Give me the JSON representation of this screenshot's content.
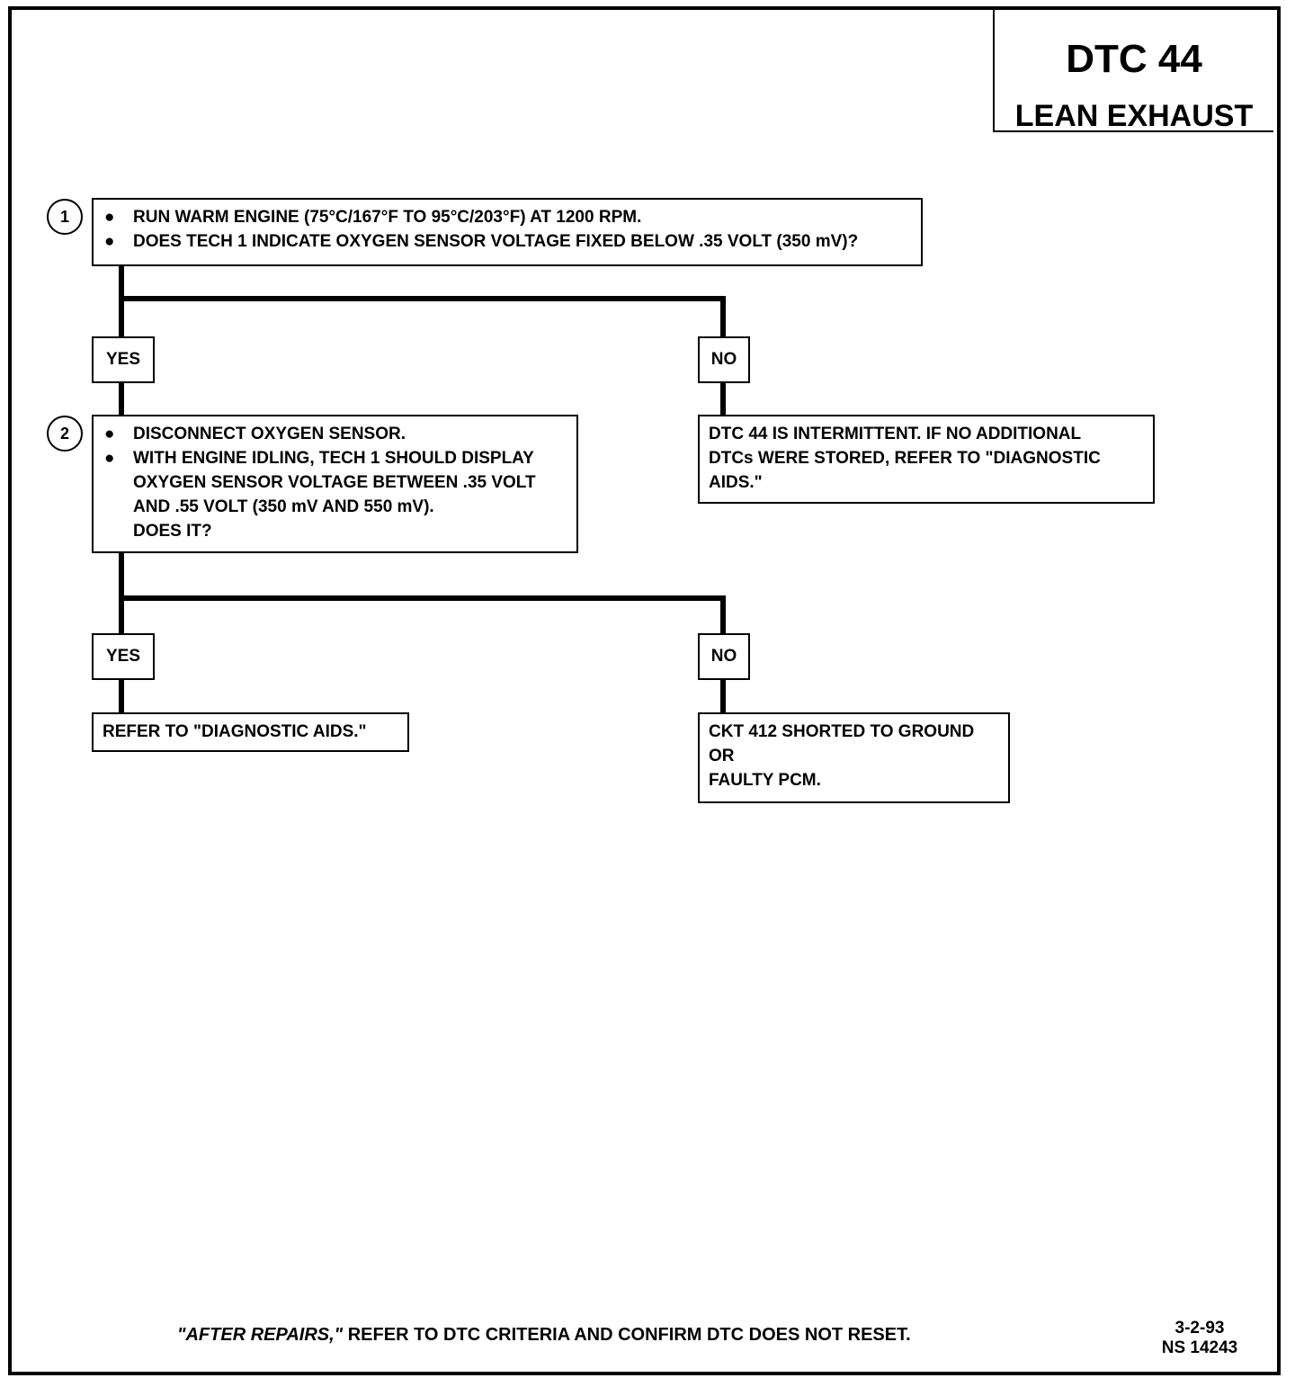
{
  "header": {
    "code": "DTC 44",
    "title": "LEAN EXHAUST"
  },
  "steps": [
    {
      "number": "1",
      "bullets": [
        "RUN WARM ENGINE (75°C/167°F TO 95°C/203°F) AT 1200 RPM.",
        "DOES TECH 1 INDICATE OXYGEN SENSOR VOLTAGE FIXED BELOW .35 VOLT (350 mV)?"
      ]
    },
    {
      "number": "2",
      "bullets": [
        "DISCONNECT OXYGEN SENSOR.",
        "WITH ENGINE IDLING, TECH 1 SHOULD DISPLAY"
      ],
      "continuation": [
        "OXYGEN SENSOR VOLTAGE BETWEEN .35 VOLT",
        "AND .55 VOLT (350 mV AND 550 mV).",
        "DOES IT?"
      ]
    }
  ],
  "branch_labels": {
    "yes": "YES",
    "no": "NO"
  },
  "results": {
    "intermittent": [
      "DTC 44 IS INTERMITTENT.  IF NO ADDITIONAL",
      "DTCs WERE STORED, REFER TO \"DIAGNOSTIC",
      "AIDS.\""
    ],
    "diagnostic_aids": "REFER TO \"DIAGNOSTIC AIDS.\"",
    "ckt412": [
      "CKT 412 SHORTED TO GROUND",
      "OR",
      "FAULTY PCM."
    ]
  },
  "footer": {
    "italic": "\"AFTER REPAIRS,\"",
    "rest": " REFER TO DTC CRITERIA  AND CONFIRM DTC DOES NOT RESET.",
    "date": "3-2-93",
    "code": "NS 14243"
  }
}
